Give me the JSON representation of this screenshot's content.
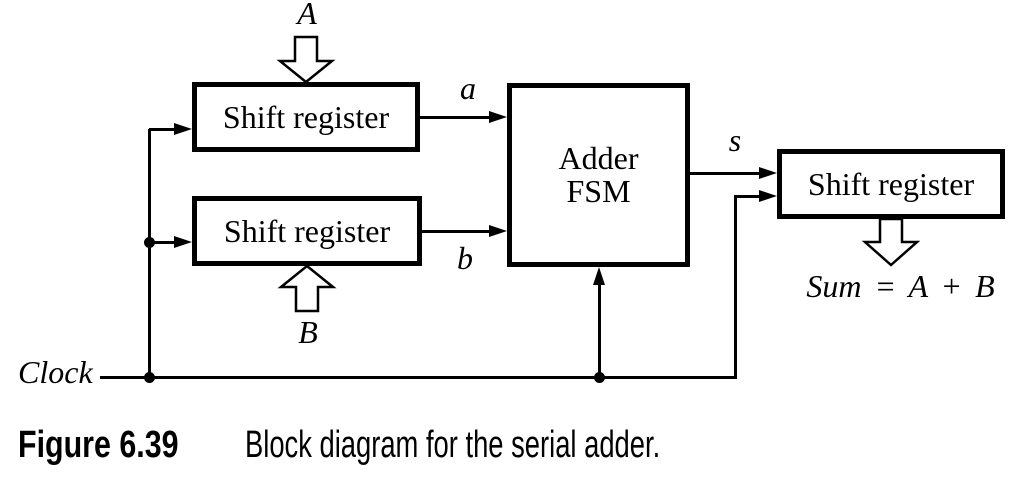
{
  "diagram": {
    "background_color": "#ffffff",
    "line_color": "#000000",
    "blocks": {
      "shift_register_a": "Shift register",
      "shift_register_b": "Shift register",
      "adder_fsm": {
        "line1": "Adder",
        "line2": "FSM"
      },
      "shift_register_sum": "Shift register"
    },
    "labels": {
      "input_a": "A",
      "input_b": "B",
      "signal_a": "a",
      "signal_b": "b",
      "signal_s": "s",
      "clock": "Clock",
      "sum_equation": "Sum = A + B"
    },
    "icons": {
      "input_a_bus": "block-arrow-down",
      "input_b_bus": "block-arrow-up",
      "sum_bus": "block-arrow-down"
    }
  },
  "caption": {
    "figure_number": "Figure 6.39",
    "text": "Block diagram for the serial adder."
  }
}
